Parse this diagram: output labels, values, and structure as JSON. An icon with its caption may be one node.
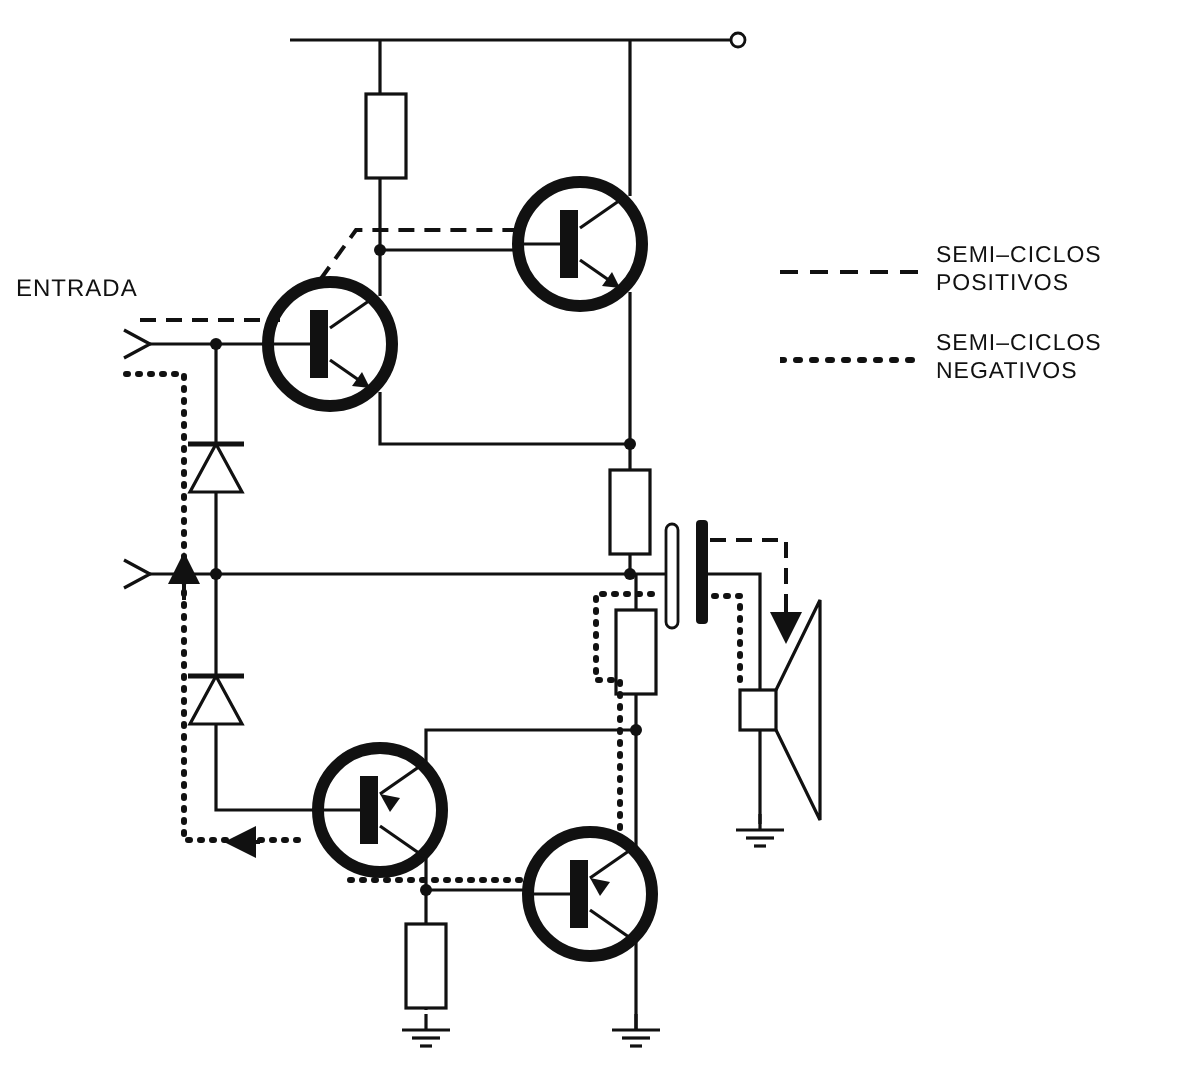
{
  "diagram": {
    "labels": [
      "ENTRADA"
    ],
    "legend": [
      {
        "text": "SEMI–CICLOS POSITIVOS"
      },
      {
        "text": "SEMI–CICLOS NEGATIVOS"
      }
    ]
  }
}
